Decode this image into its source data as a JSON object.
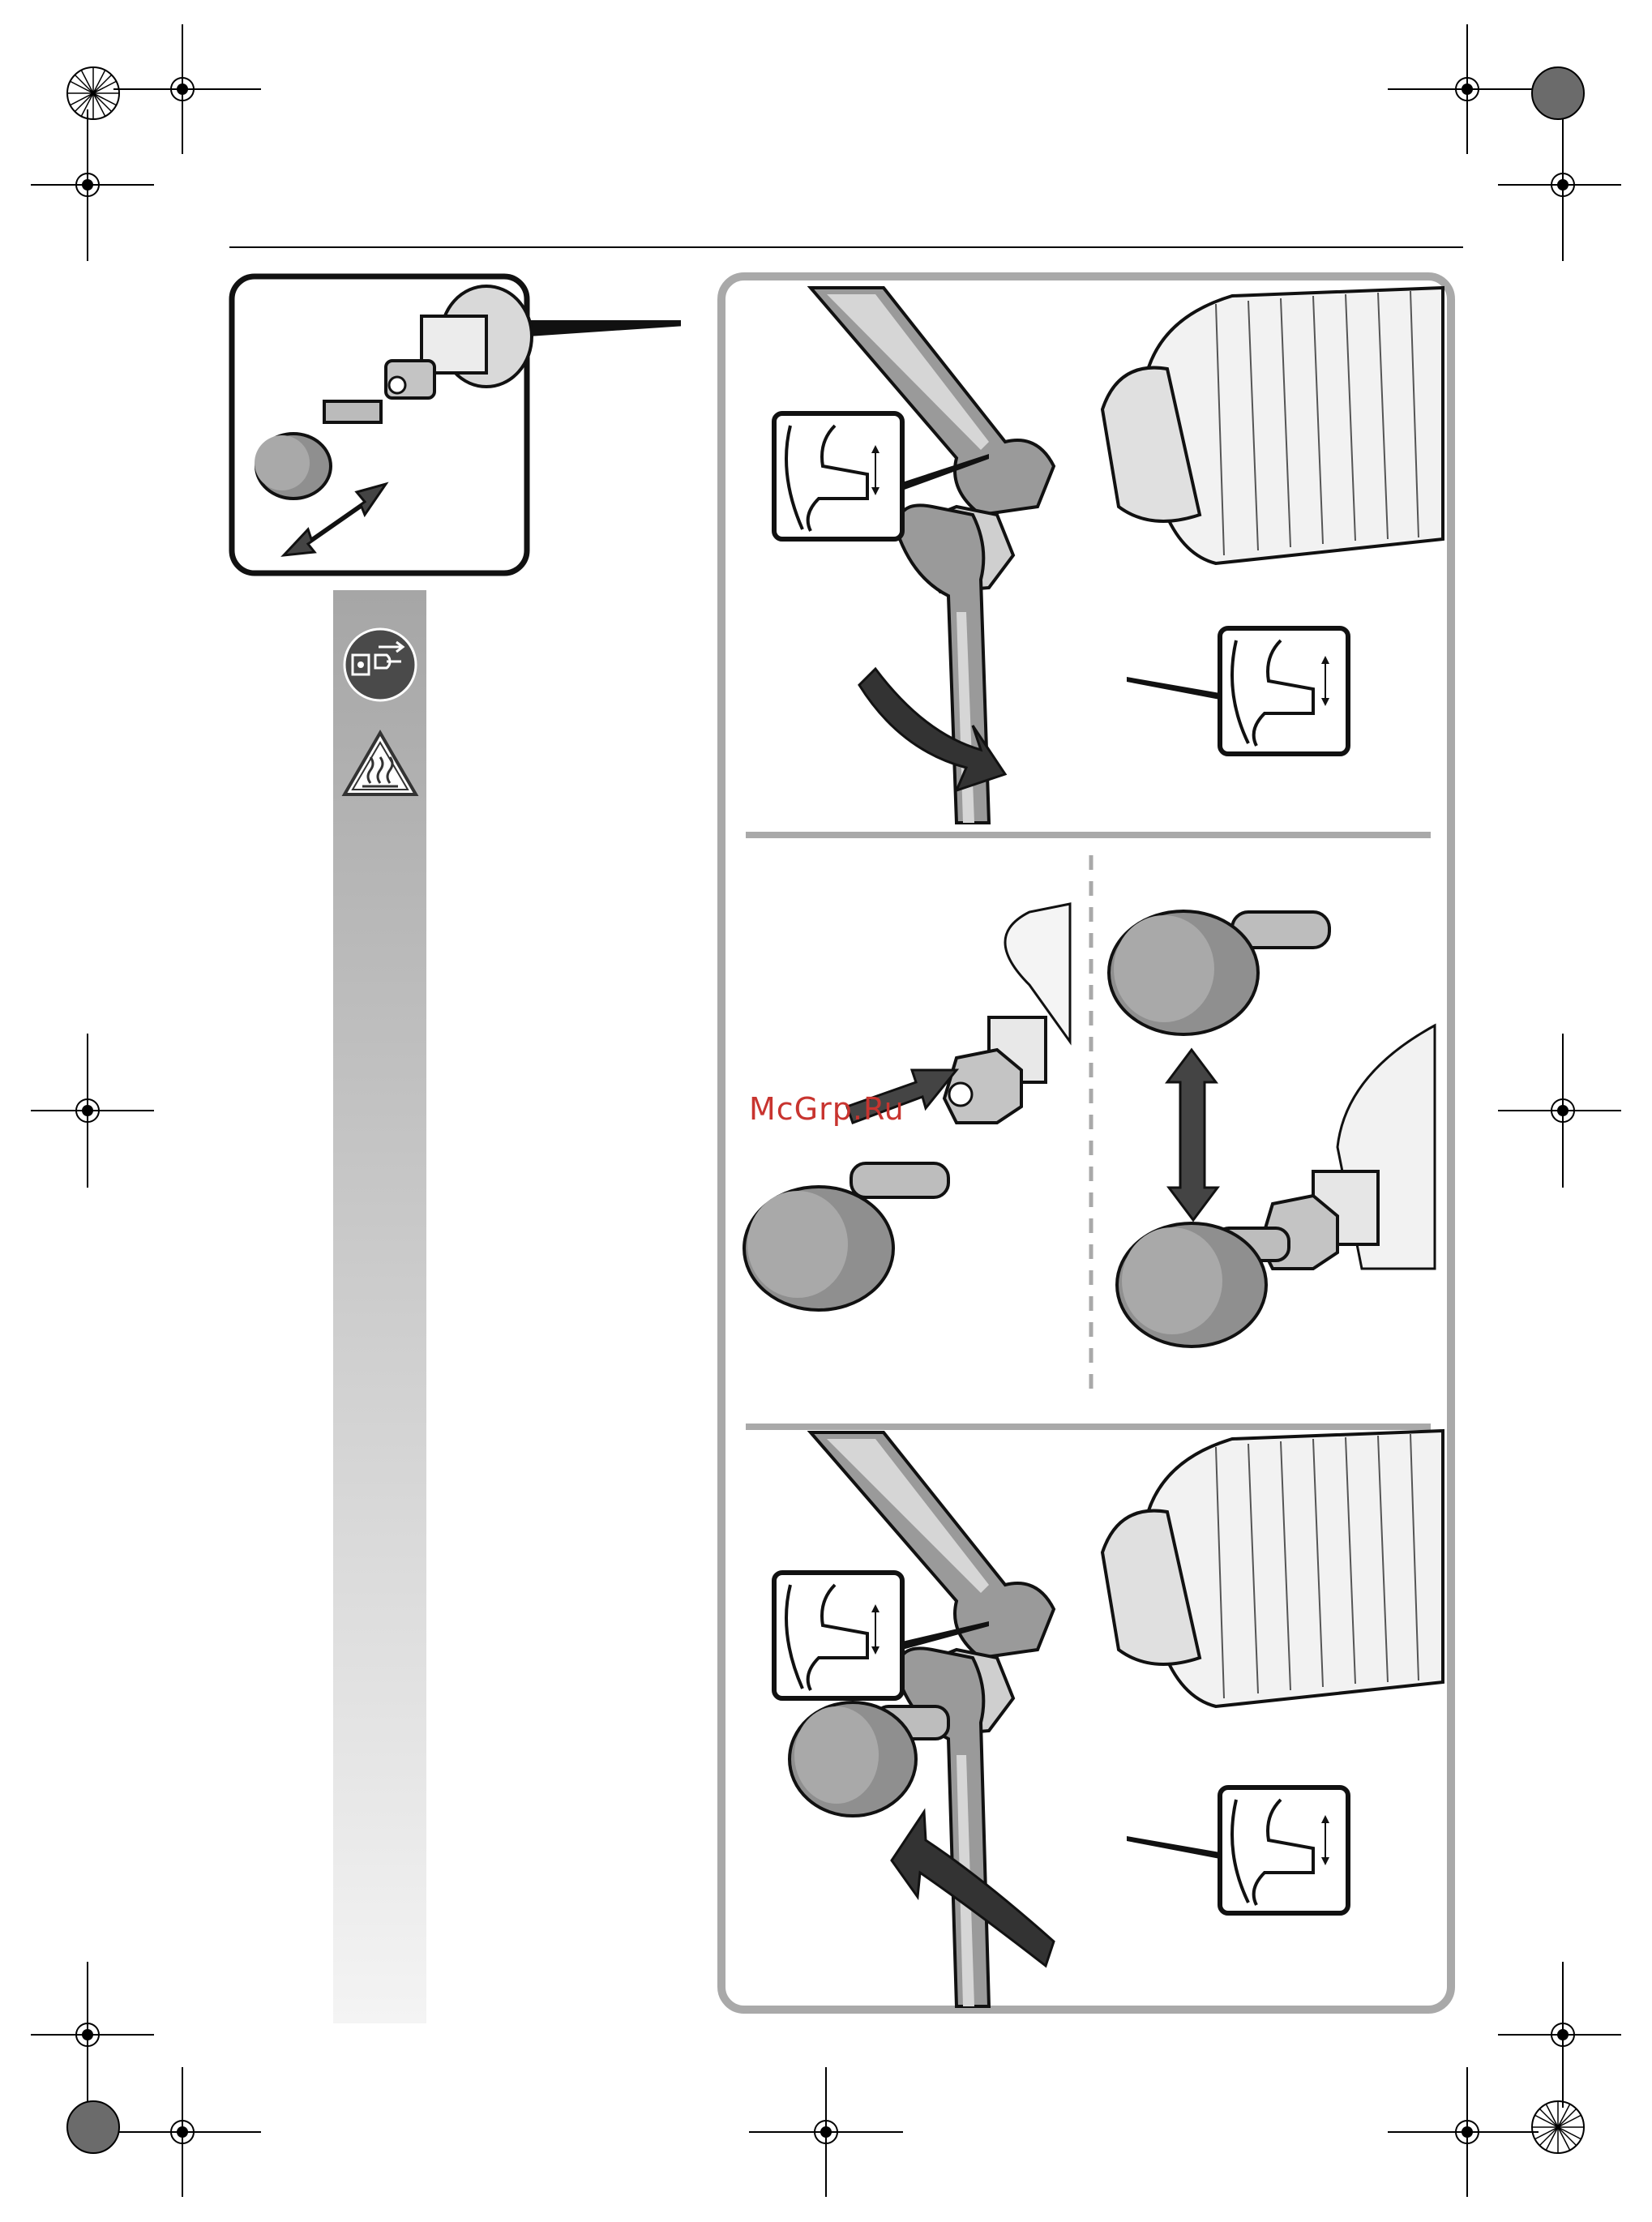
{
  "watermark": {
    "text": "McGrp.Ru"
  },
  "colors": {
    "frame": "#a9a9a9",
    "frame_dark": "#222222",
    "side_bar_top": "#a6a6a6",
    "side_bar_bottom": "#f4f4f4",
    "steel": "#8f8f8f",
    "steel_light": "#c9c9c9",
    "watermark": "#c8342f"
  },
  "icons": {
    "unplug": "unplug-icon",
    "hot_surface": "hot-surface-warning-icon",
    "registration_mark": "registration-mark-icon"
  },
  "panels": [
    "tighten-collet",
    "insert-grinding-stone",
    "loosen-collet"
  ]
}
